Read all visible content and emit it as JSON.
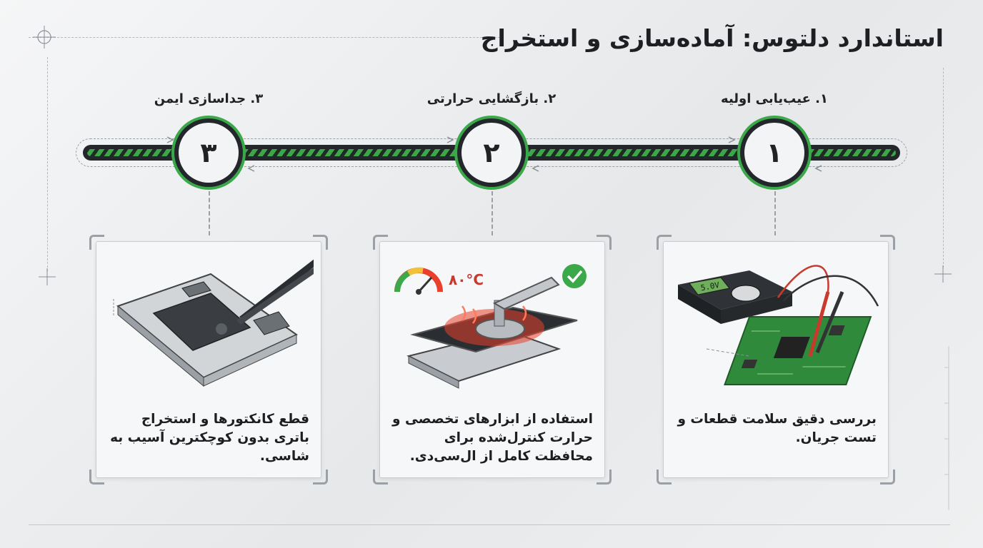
{
  "title": "استاندارد دلتوس: آماده‌سازی و استخراج",
  "steps": [
    {
      "label": "۱. عیب‌یابی اولیه",
      "number": "۱",
      "description": "بررسی دقیق سلامت قطعات و تست جریان."
    },
    {
      "label": "۲. بازگشایی حرارتی",
      "number": "۲",
      "description": "استفاده از ابزارهای تخصصی و حرارت کنترل‌شده برای محافظت کامل از ال‌سی‌دی."
    },
    {
      "label": "۳. جداسازی ایمن",
      "number": "۳",
      "description": "قطع کانکتورها و استخراج باتری بدون کوچکترین آسیب به شاسی."
    }
  ],
  "illustrations": {
    "multimeter_display": "5.0V",
    "temperature": "۸۰°C"
  },
  "colors": {
    "accent": "#3ba84a",
    "dark": "#23272b",
    "heat": "#e8402c"
  },
  "icons": [
    "check-icon",
    "gauge-icon",
    "multimeter-icon",
    "tweezers-icon",
    "suction-cup-icon"
  ]
}
